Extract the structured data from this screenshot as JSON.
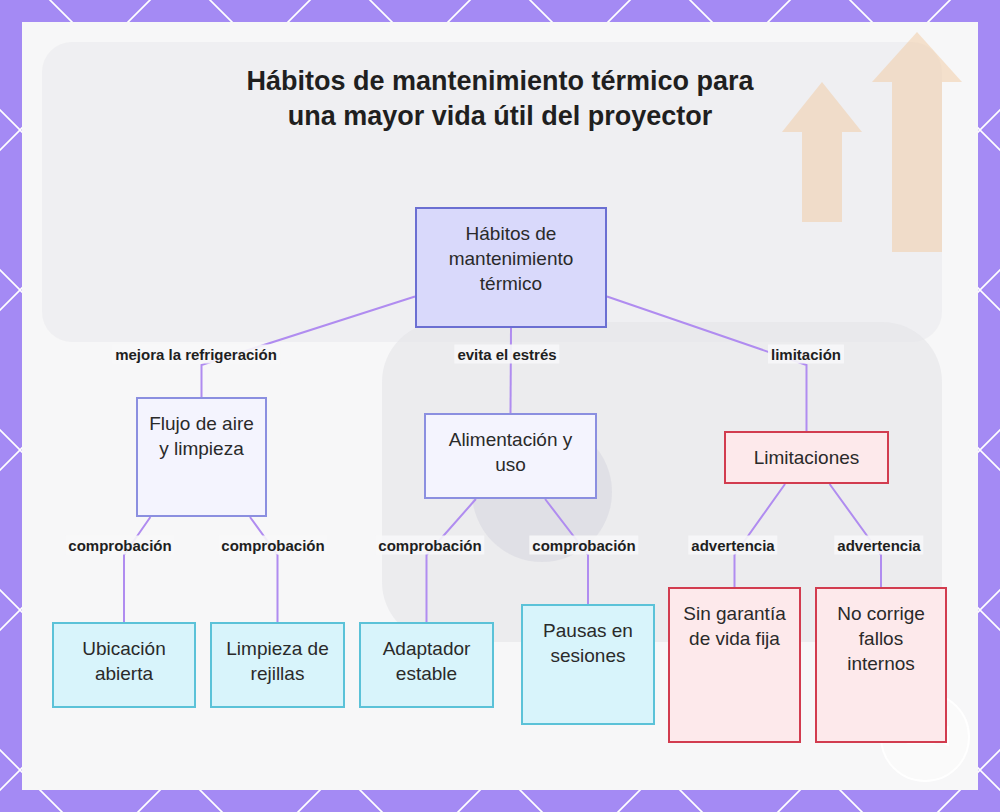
{
  "diagram": {
    "title": "Hábitos de mantenimiento térmico para una mayor vida útil del proyector",
    "nodes": [
      {
        "text": [
          "Hábitos de mantenimiento térmico"
        ]
      },
      {
        "text": [
          "Flujo de aire y limpieza"
        ]
      },
      {
        "text": [
          "Alimentación y uso"
        ]
      },
      {
        "text": [
          "Limitaciones"
        ]
      },
      {
        "text": [
          "Ubicación abierta"
        ]
      },
      {
        "text": [
          "Limpieza de rejillas"
        ]
      },
      {
        "text": [
          "Adaptador estable"
        ]
      },
      {
        "text": [
          "Pausas en sesiones"
        ]
      },
      {
        "text": [
          "Sin garantía de vida fija"
        ]
      },
      {
        "text": [
          "No corrige fallos internos"
        ]
      }
    ],
    "edges": [
      {
        "from": 0,
        "to": 1,
        "label": "mejora la refrigeración",
        "arrow": "none"
      },
      {
        "from": 0,
        "to": 2,
        "label": "evita el estrés",
        "arrow": "none"
      },
      {
        "from": 0,
        "to": 3,
        "label": "limitación",
        "arrow": "none"
      },
      {
        "from": 1,
        "to": 4,
        "label": "comprobación",
        "arrow": "none"
      },
      {
        "from": 1,
        "to": 5,
        "label": "comprobación",
        "arrow": "none"
      },
      {
        "from": 2,
        "to": 6,
        "label": "comprobación",
        "arrow": "none"
      },
      {
        "from": 2,
        "to": 7,
        "label": "comprobación",
        "arrow": "none"
      },
      {
        "from": 3,
        "to": 8,
        "label": "advertencia",
        "arrow": "none"
      },
      {
        "from": 3,
        "to": 9,
        "label": "advertencia",
        "arrow": "none"
      }
    ]
  }
}
